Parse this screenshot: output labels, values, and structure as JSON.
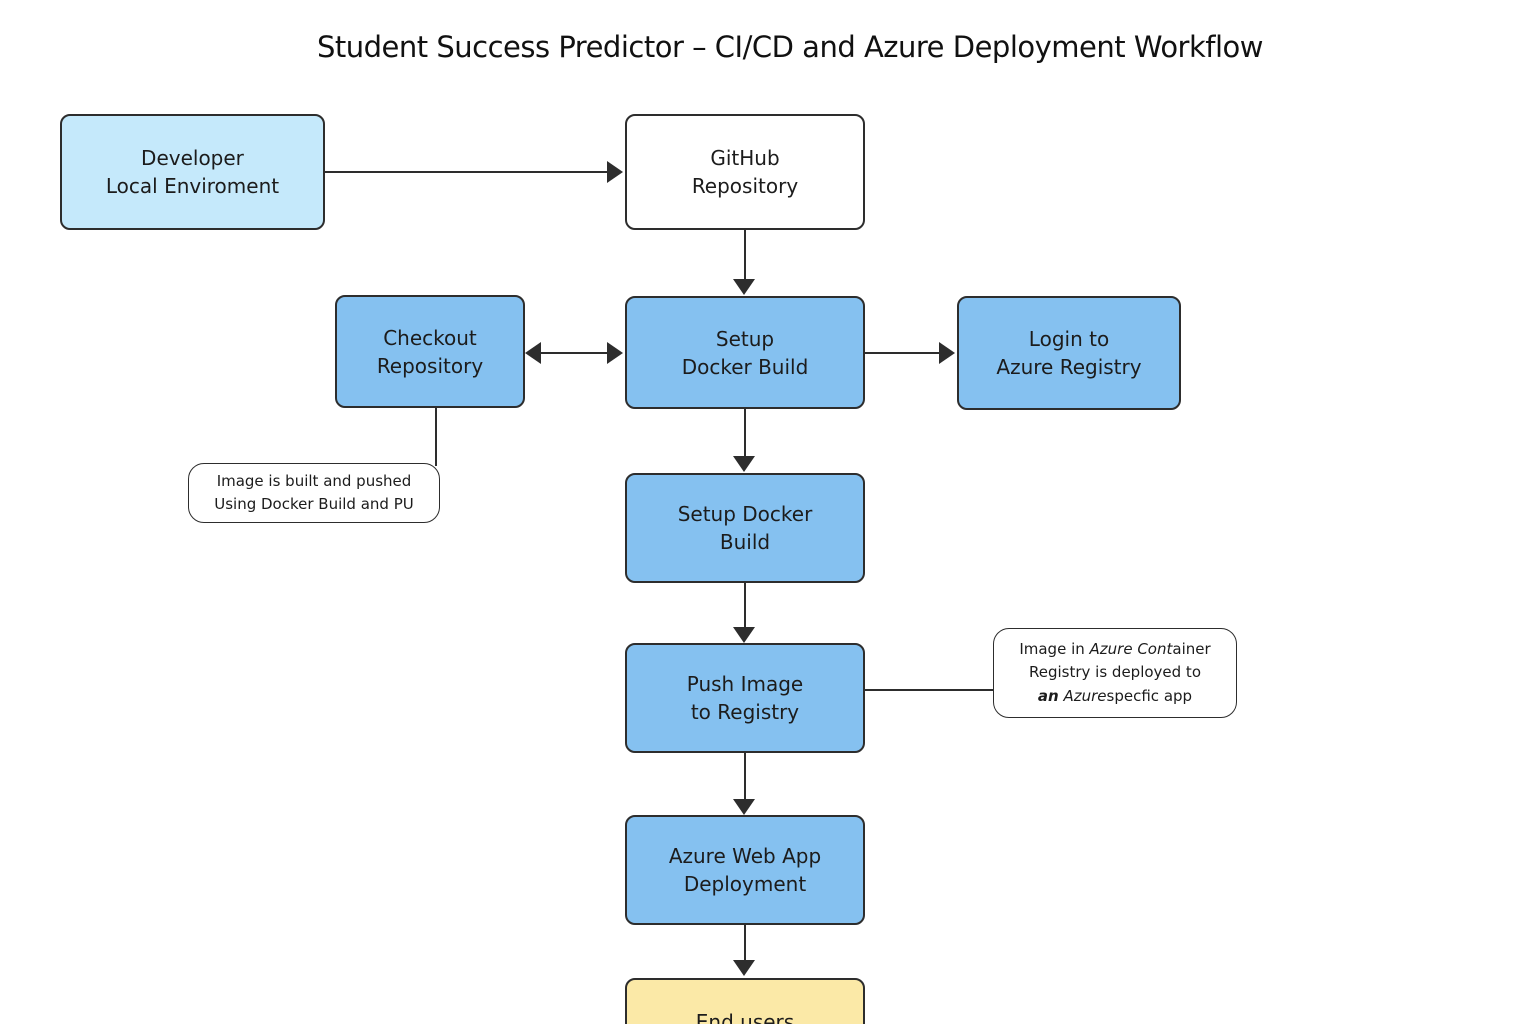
{
  "title": "Student Success Predictor – CI/CD and Azure Deployment Workflow",
  "palette": {
    "node_blue": "#85c1f0",
    "node_light_blue": "#c5e9fb",
    "node_white": "#ffffff",
    "node_yellow": "#fbe9a7",
    "border": "#2d2d2d",
    "connector": "#2d2d2d"
  },
  "nodes": {
    "developer": {
      "label": "Developer\nLocal Enviroment"
    },
    "github": {
      "label": "GitHub\nRepository"
    },
    "checkout": {
      "label": "Checkout\nRepository"
    },
    "setup_docker_1": {
      "label": "Setup\nDocker Build"
    },
    "login_azure": {
      "label": "Login to\nAzure Registry"
    },
    "setup_docker_2": {
      "label": "Setup Docker\nBuild"
    },
    "push_image": {
      "label": "Push Image\nto Registry"
    },
    "azure_webapp": {
      "label": "Azure Web App\nDeployment"
    },
    "end_users": {
      "label": "End users"
    }
  },
  "notes": {
    "build_push": {
      "line1": "Image is built and pushed",
      "line2": "Using Docker Build and PU"
    },
    "registry_deploy": {
      "line1_seg1": "Image in ",
      "line1_seg2": "Azure Cont",
      "line1_seg3": "ainer",
      "line2": "Registry is deployed to",
      "line3_seg1": "an",
      "line3_seg2": " Azure",
      "line3_seg3": "specfic app"
    }
  }
}
